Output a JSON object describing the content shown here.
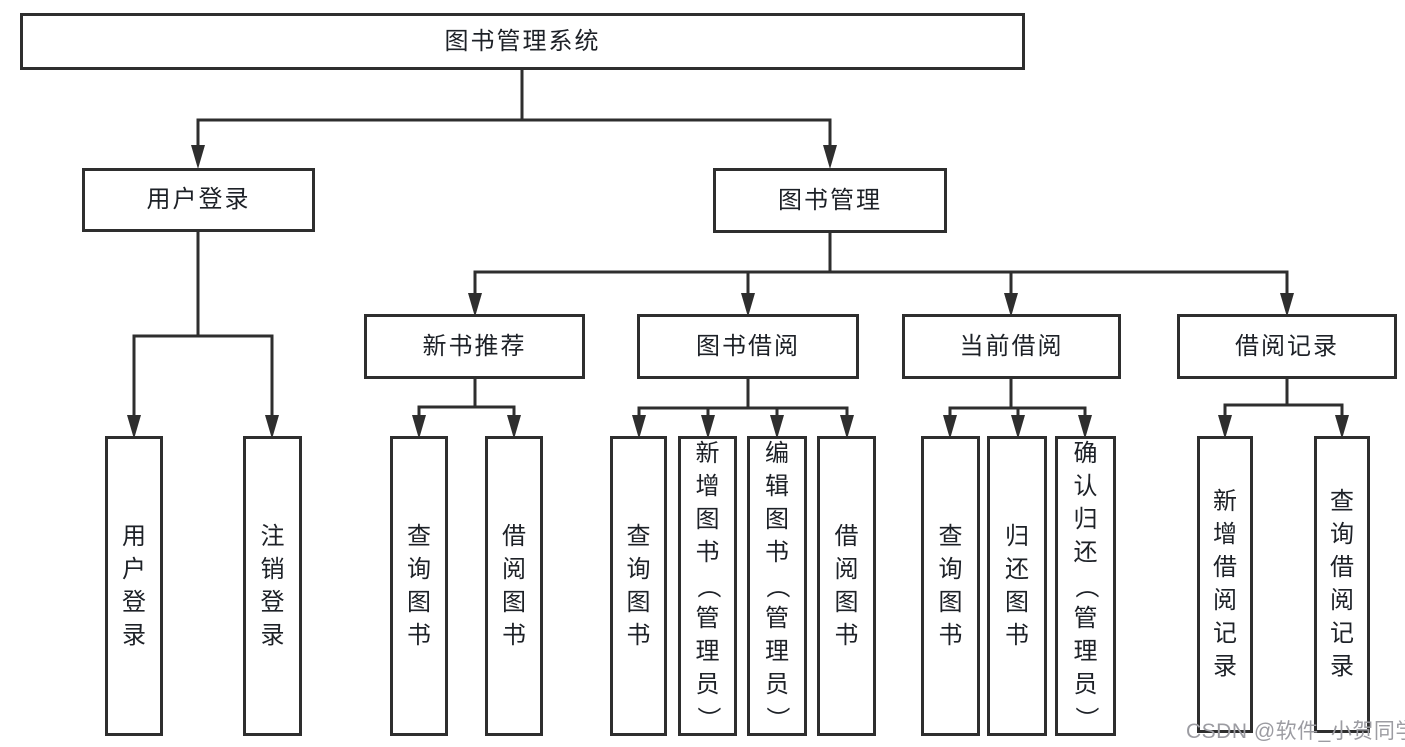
{
  "diagram": {
    "root": {
      "label": "图书管理系统"
    },
    "level2": {
      "user_login": {
        "label": "用户登录"
      },
      "book_management": {
        "label": "图书管理"
      }
    },
    "level3": {
      "new_book_recommend": {
        "label": "新书推荐"
      },
      "book_borrow": {
        "label": "图书借阅"
      },
      "current_borrow": {
        "label": "当前借阅"
      },
      "borrow_records": {
        "label": "借阅记录"
      }
    },
    "leaves": {
      "user_login": {
        "label": "用户登录"
      },
      "logout": {
        "label": "注销登录"
      },
      "query_books_recommend": {
        "label": "查询图书"
      },
      "borrow_books_recommend": {
        "label": "借阅图书"
      },
      "query_books_borrow": {
        "label": "查询图书"
      },
      "add_books_admin": {
        "label": "新增图书（管理员）"
      },
      "edit_books_admin": {
        "label": "编辑图书（管理员）"
      },
      "borrow_books": {
        "label": "借阅图书"
      },
      "query_books_current": {
        "label": "查询图书"
      },
      "return_books": {
        "label": "归还图书"
      },
      "confirm_return_admin": {
        "label": "确认归还（管理员）"
      },
      "add_borrow_record": {
        "label": "新增借阅记录"
      },
      "query_borrow_record": {
        "label": "查询借阅记录"
      }
    }
  },
  "watermark": {
    "text": "CSDN @软件_小贺同学"
  },
  "colors": {
    "line": "#2e2e2e",
    "text": "#1d2127",
    "watermark": "#9c9ca2",
    "background": "#ffffff"
  }
}
